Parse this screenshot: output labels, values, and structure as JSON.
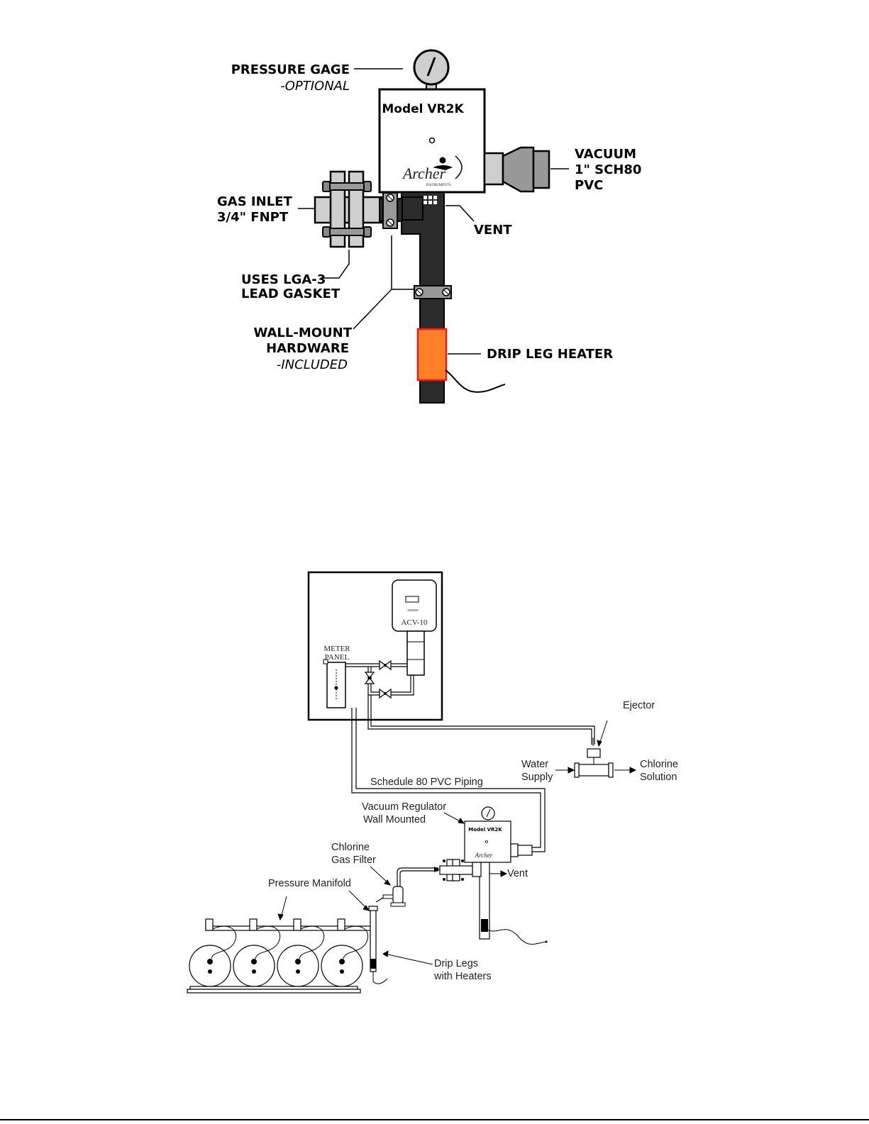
{
  "top_diagram": {
    "model_label": "Model VR2K",
    "brand": "Archer",
    "brand_sub": "INSTRUMENTS",
    "pressure_gage": {
      "line1": "PRESSURE GAGE",
      "line2": "-OPTIONAL"
    },
    "vacuum": {
      "line1": "VACUUM",
      "line2": "1\" SCH80",
      "line3": "PVC"
    },
    "gas_inlet": {
      "line1": "GAS INLET",
      "line2": "3/4\" FNPT"
    },
    "vent": "VENT",
    "gasket": {
      "line1": "USES LGA-3",
      "line2": "LEAD GASKET"
    },
    "wall_mount": {
      "line1": "WALL-MOUNT",
      "line2": "HARDWARE",
      "line3": "-INCLUDED"
    },
    "heater": "DRIP LEG HEATER",
    "colors": {
      "heater": "#ff7f27",
      "heater_border": "#e81c1c",
      "pipe": "#2b2b2b",
      "fitting": "#cfcfcf"
    }
  },
  "bottom_diagram": {
    "controller": "ACV-10",
    "meter_panel": {
      "line1": "METER",
      "line2": "PANEL"
    },
    "ejector": "Ejector",
    "water_supply": {
      "line1": "Water",
      "line2": "Supply"
    },
    "chlorine_solution": {
      "line1": "Chlorine",
      "line2": "Solution"
    },
    "piping": "Schedule 80 PVC Piping",
    "vacuum_regulator": {
      "line1": "Vacuum Regulator",
      "line2": "Wall Mounted"
    },
    "gas_filter": {
      "line1": "Chlorine",
      "line2": "Gas Filter"
    },
    "manifold": "Pressure Manifold",
    "vent": "Vent",
    "drip_legs": {
      "line1": "Drip Legs",
      "line2": "with Heaters"
    },
    "mini_model": "Model VR2K",
    "mini_brand": "Archer"
  }
}
